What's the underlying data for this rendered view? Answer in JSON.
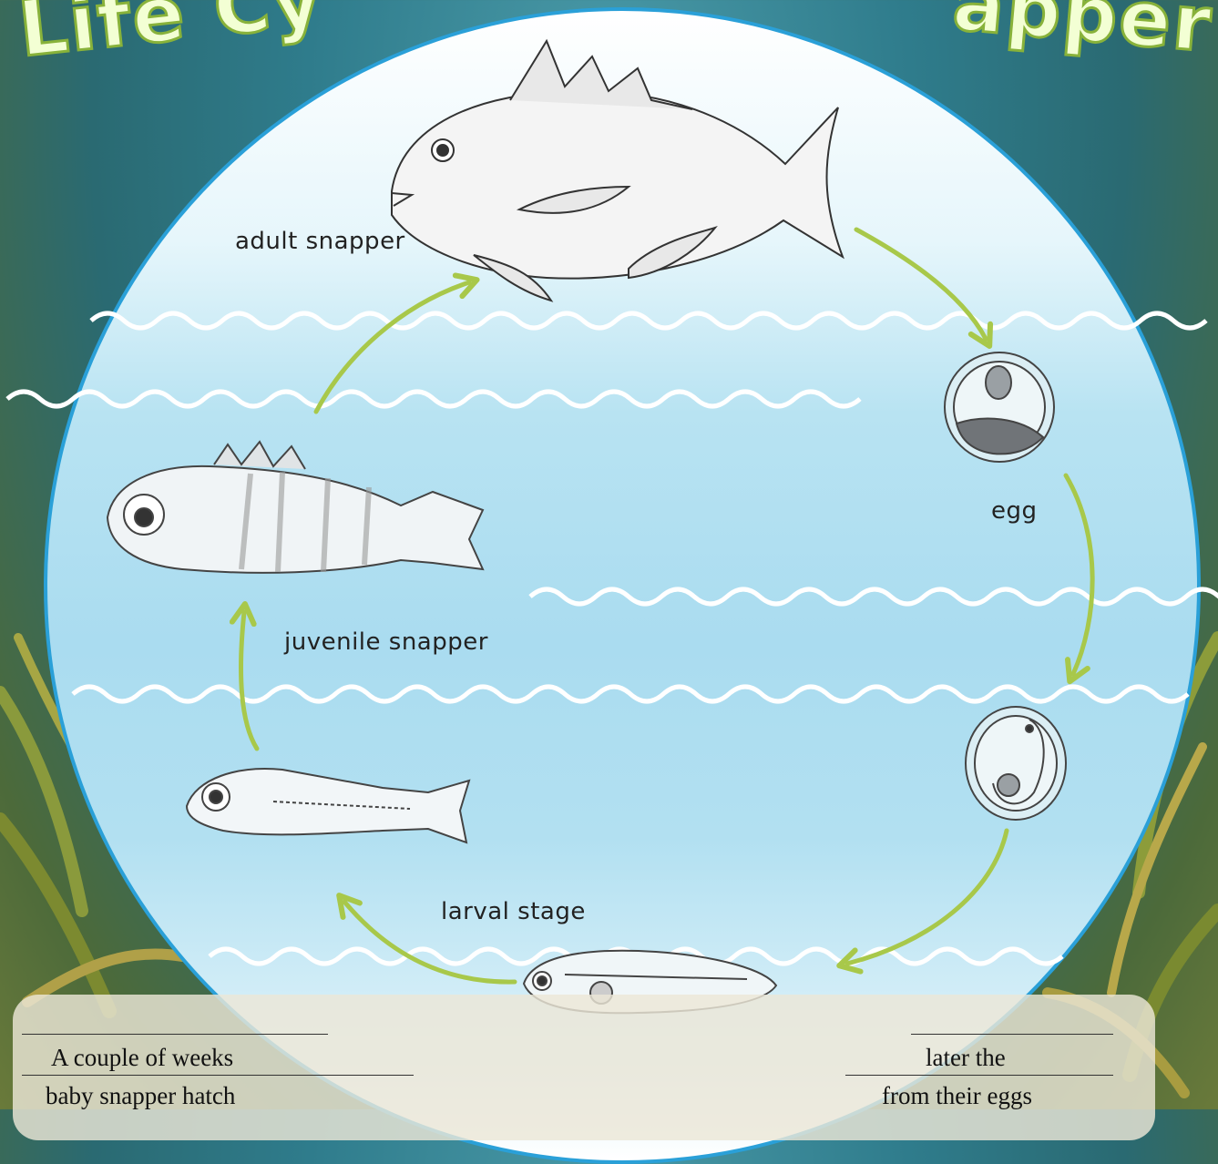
{
  "title": {
    "left": "Life Cy",
    "right": "apper"
  },
  "labels": {
    "adult": "adult snapper",
    "egg": "egg",
    "juvenile": "juvenile snapper",
    "larval": "larval stage"
  },
  "caption": {
    "left_line1": "A couple of weeks",
    "left_line2": "baby snapper hatch",
    "right_line1": "later the",
    "right_line2": "from their eggs"
  },
  "colors": {
    "arrow": "#a8c84a",
    "circle_border": "#2aa0d8",
    "wave": "#ffffff",
    "title_fill": "#f3ffd4",
    "title_stroke": "#88b23a"
  }
}
